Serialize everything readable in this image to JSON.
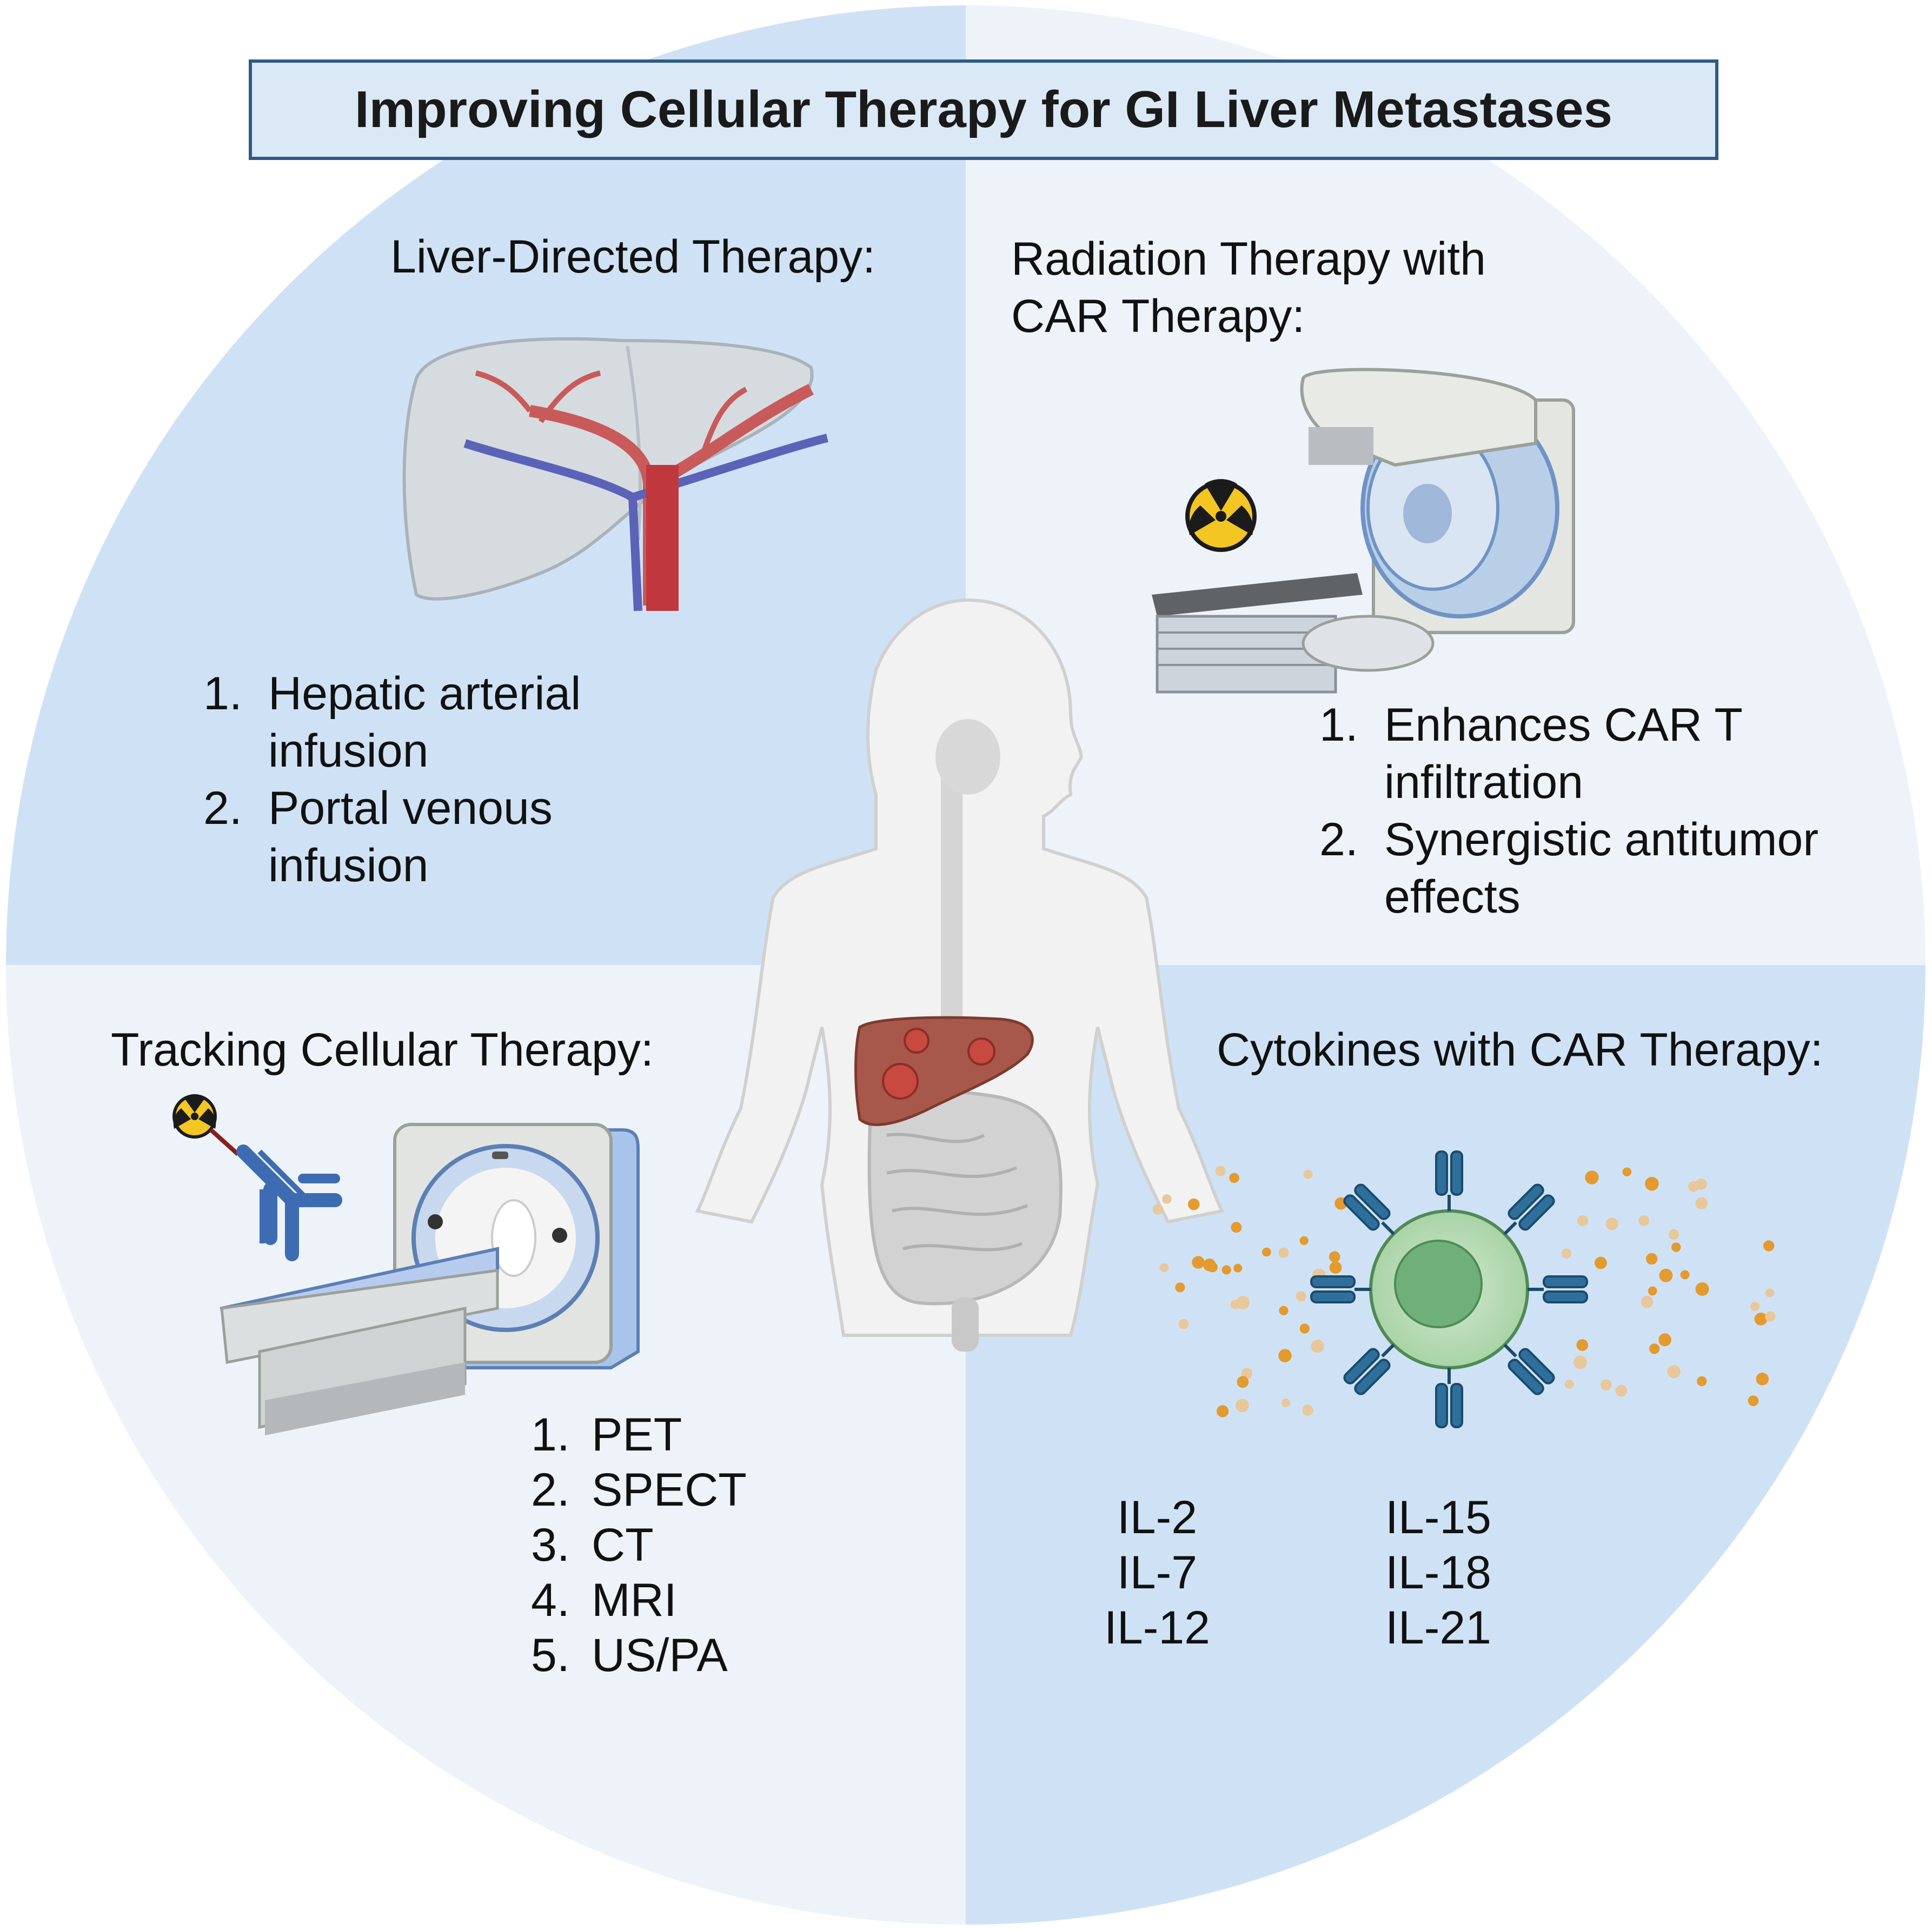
{
  "title": "Improving Cellular Therapy for GI Liver Metastases",
  "colors": {
    "quadrant_dark": "#cfe2f5",
    "quadrant_light": "#edf3f9",
    "title_border": "#2d5b88",
    "title_fill": "#dbe9f6"
  },
  "quadrants": {
    "liver_directed": {
      "heading": "Liver-Directed Therapy:",
      "items": [
        {
          "num": "1.",
          "line1": "Hepatic arterial",
          "line2": "infusion"
        },
        {
          "num": "2.",
          "line1": "Portal venous",
          "line2": "infusion"
        }
      ]
    },
    "radiation": {
      "heading_line1": "Radiation Therapy with",
      "heading_line2": "CAR Therapy:",
      "items": [
        {
          "num": "1.",
          "line1": "Enhances CAR T",
          "line2": "infiltration"
        },
        {
          "num": "2.",
          "line1": "Synergistic antitumor",
          "line2": "effects"
        }
      ]
    },
    "tracking": {
      "heading": "Tracking Cellular Therapy:",
      "items": [
        {
          "num": "1.",
          "label": "PET"
        },
        {
          "num": "2.",
          "label": "SPECT"
        },
        {
          "num": "3.",
          "label": "CT"
        },
        {
          "num": "4.",
          "label": "MRI"
        },
        {
          "num": "5.",
          "label": "US/PA"
        }
      ]
    },
    "cytokines": {
      "heading": "Cytokines with CAR Therapy:",
      "column1": [
        "IL-2",
        "IL-7",
        "IL-12"
      ],
      "column2": [
        "IL-15",
        "IL-18",
        "IL-21"
      ]
    }
  },
  "icons": [
    "liver-icon",
    "radiation-machine-icon",
    "radiation-symbol-icon",
    "human-body-icon",
    "ct-scanner-icon",
    "antibody-icon",
    "car-t-cell-icon",
    "cytokine-dots-icon"
  ]
}
